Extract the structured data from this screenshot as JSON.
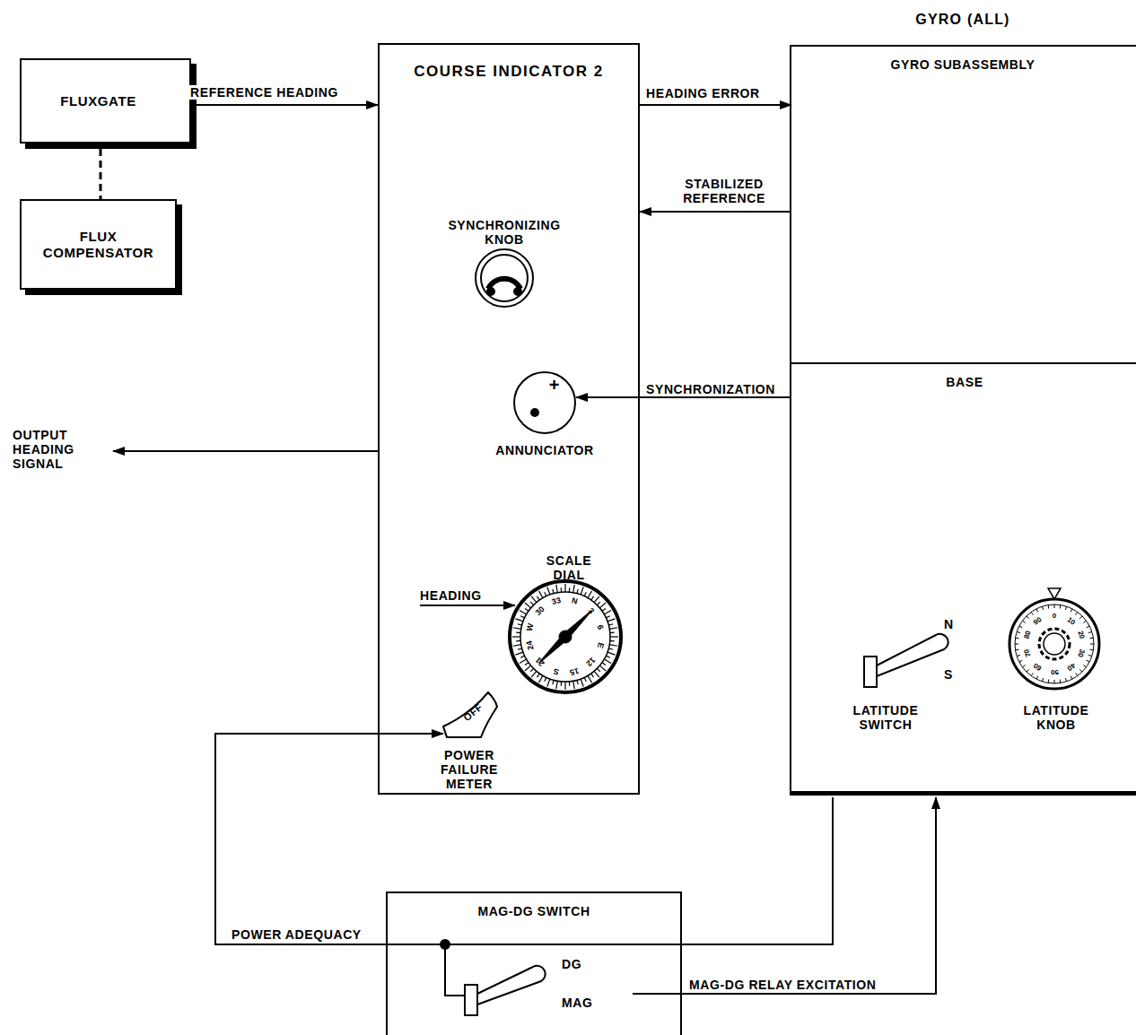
{
  "diagram": {
    "nodes": [
      {
        "text": [
          "FLUXGATE"
        ]
      },
      {
        "text": [
          "FLUX COMPENSATOR"
        ]
      },
      {
        "text": [
          "COURSE INDICATOR 2"
        ]
      },
      {
        "text": [
          "+",
          "ANNUNCIATOR"
        ],
        "in": 2
      },
      {
        "text": [
          "OFF",
          "POWER FAILURE METER"
        ],
        "in": 2
      },
      {
        "text": [
          "GYRO (ALL)"
        ]
      },
      {
        "text": [
          "GYRO SUBASSEMBLY"
        ],
        "in": 5
      },
      {
        "text": [
          "BASE"
        ],
        "in": 5
      },
      {
        "text": [
          "MAG-DG SWITCH"
        ]
      }
    ],
    "edges": [
      {
        "from": 0,
        "to": 2,
        "arrow": "to",
        "label": "REFERENCE HEADING"
      },
      {
        "from": 0,
        "to": 1,
        "arrow": "none"
      },
      {
        "from": 2,
        "to": 6,
        "arrow": "to",
        "label": "HEADING ERROR"
      },
      {
        "from": 6,
        "to": 2,
        "arrow": "to",
        "label": "STABILIZED REFERENCE"
      },
      {
        "from": 7,
        "to": 3,
        "arrow": "to",
        "label": "SYNCHRONIZATION"
      },
      {
        "from": 7,
        "to": 4,
        "arrow": "to",
        "label": "POWER ADEQUACY"
      },
      {
        "from": 8,
        "to": 7,
        "arrow": "to",
        "label": "MAG-DG RELAY EXCITATION"
      }
    ],
    "labels": [
      "SYNCHRONIZING KNOB",
      "OUTPUT HEADING SIGNAL",
      "SCALE DIAL",
      "HEADING",
      "N",
      "3",
      "6",
      "E",
      "12",
      "15",
      "S",
      "21",
      "24",
      "W",
      "30",
      "33",
      "N",
      "S",
      "LATITUDE SWITCH",
      "LATITUDE KNOB",
      "0",
      "10",
      "20",
      "30",
      "40",
      "50",
      "60",
      "70",
      "80",
      "90",
      "DG",
      "MAG"
    ]
  }
}
